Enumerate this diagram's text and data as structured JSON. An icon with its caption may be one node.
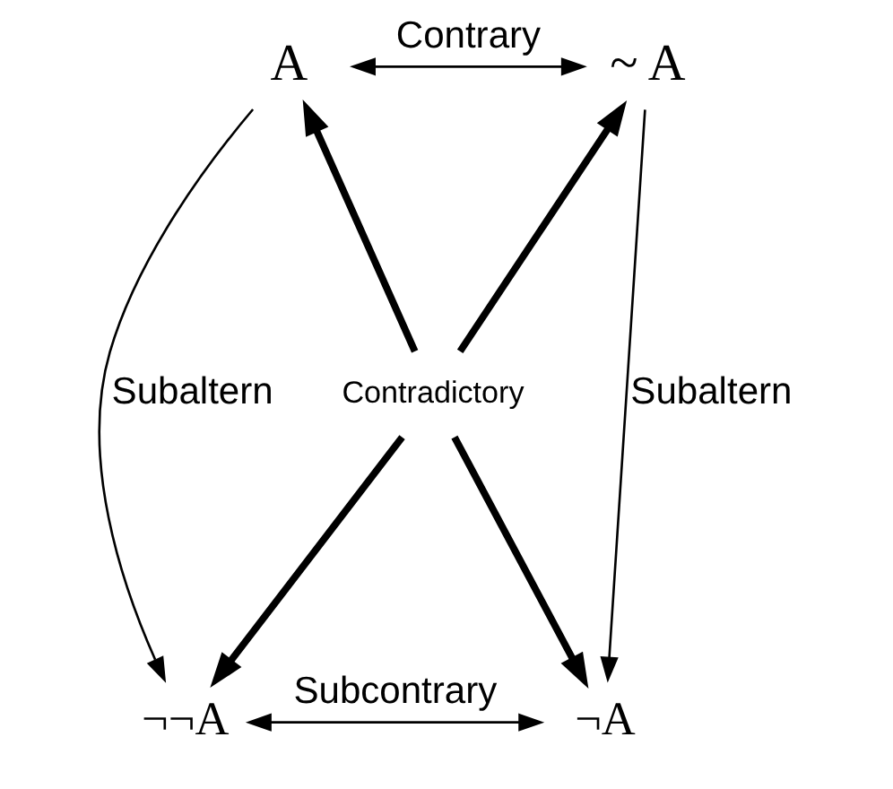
{
  "diagram": {
    "nodes": [
      {
        "text": [
          "A"
        ]
      },
      {
        "text": [
          "~ A"
        ]
      },
      {
        "text": [
          "Contradictory"
        ]
      },
      {
        "text": [
          "¬¬A"
        ]
      },
      {
        "text": [
          "¬A"
        ]
      }
    ],
    "edges": [
      {
        "from": 0,
        "to": 1,
        "arrow": "both",
        "label": "Contrary"
      },
      {
        "from": 2,
        "to": 0,
        "arrow": "to",
        "style": "thick"
      },
      {
        "from": 2,
        "to": 1,
        "arrow": "to",
        "style": "thick"
      },
      {
        "from": 0,
        "to": 3,
        "arrow": "to",
        "label": "Subaltern"
      },
      {
        "from": 1,
        "to": 4,
        "arrow": "to",
        "label": "Subaltern"
      },
      {
        "from": 2,
        "to": 3,
        "arrow": "to",
        "style": "thick"
      },
      {
        "from": 2,
        "to": 4,
        "arrow": "to",
        "style": "thick"
      },
      {
        "from": 3,
        "to": 4,
        "arrow": "both",
        "label": "Subcontrary"
      }
    ]
  }
}
